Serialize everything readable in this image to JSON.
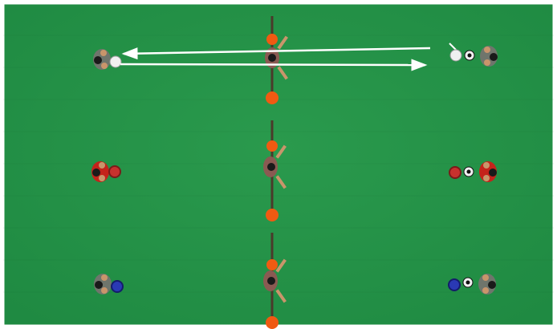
{
  "scene": {
    "pitch_color": "#249147",
    "pitch_edge_color": "#1a7a39",
    "border_color": "#ffffff",
    "arrow_color": "#ffffff",
    "pole_color": "#4a3a2a",
    "cone_color": "#f05a12",
    "ball_white": "#f0f0f0",
    "ball_black": "#111111",
    "player_skin": "#c9956b",
    "player_hair": "#1a1a1a",
    "player_shirt_grey": "#6f756c",
    "player_shirt_red": "#c4231b",
    "player_shirt_brown": "#8a5a52",
    "marker_red": "#c8312e",
    "marker_blue": "#2a39b4",
    "marker_white": "#f5f5f5"
  },
  "rows": [
    {
      "name": "top",
      "left_player": "player-grey",
      "left_marker": "marker_white",
      "right_player": "player-grey",
      "right_marker": "marker_white",
      "has_ball_right": true,
      "arrows": true
    },
    {
      "name": "middle",
      "left_player": "player-red",
      "left_marker": "marker_red",
      "right_player": "player-red",
      "right_marker": "marker_red",
      "has_ball_right": true,
      "arrows": false
    },
    {
      "name": "bottom",
      "left_player": "player-grey",
      "left_marker": "marker_blue",
      "right_player": "player-grey",
      "right_marker": "marker_blue",
      "has_ball_right": true,
      "arrows": false
    }
  ]
}
